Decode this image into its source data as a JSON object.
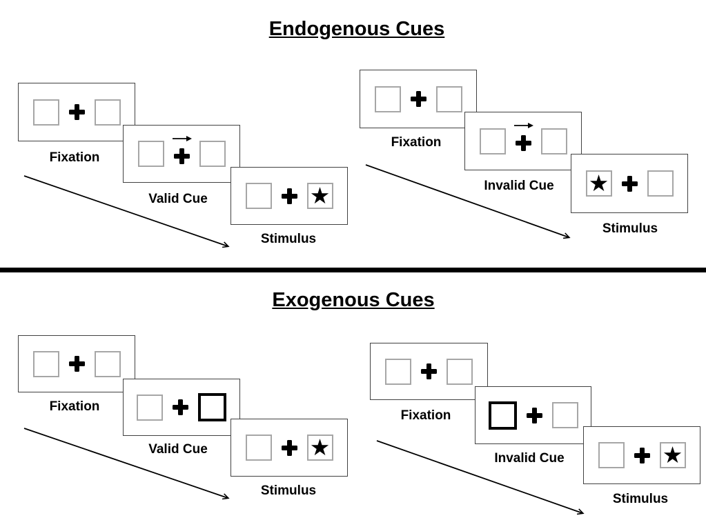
{
  "titles": {
    "endogenous": "Endogenous Cues",
    "exogenous": "Exogenous Cues"
  },
  "labels": {
    "fixation": "Fixation",
    "valid_cue": "Valid Cue",
    "invalid_cue": "Invalid Cue",
    "stimulus": "Stimulus"
  },
  "symbols": {
    "star": "★",
    "fixation_cross": "+",
    "cue_arrow_direction": "right"
  },
  "colors": {
    "ink": "#000000",
    "panel_border": "#404040",
    "square_border": "#a6a6a6",
    "highlight_border": "#000000",
    "background": "#ffffff"
  },
  "structure": {
    "sections": [
      {
        "title": "Endogenous Cues",
        "sequences": [
          {
            "cue_label": "Valid Cue",
            "steps": [
              "Fixation",
              "Valid Cue",
              "Stimulus"
            ],
            "cue_type": "central arrow above fixation cross pointing right",
            "stimulus_star_location": "right"
          },
          {
            "cue_label": "Invalid Cue",
            "steps": [
              "Fixation",
              "Invalid Cue",
              "Stimulus"
            ],
            "cue_type": "central arrow above fixation cross pointing right",
            "stimulus_star_location": "left"
          }
        ]
      },
      {
        "title": "Exogenous Cues",
        "sequences": [
          {
            "cue_label": "Valid Cue",
            "steps": [
              "Fixation",
              "Valid Cue",
              "Stimulus"
            ],
            "cue_type": "thick highlighted box on right",
            "stimulus_star_location": "right"
          },
          {
            "cue_label": "Invalid Cue",
            "steps": [
              "Fixation",
              "Invalid Cue",
              "Stimulus"
            ],
            "cue_type": "thick highlighted box on left",
            "stimulus_star_location": "right"
          }
        ]
      }
    ]
  }
}
